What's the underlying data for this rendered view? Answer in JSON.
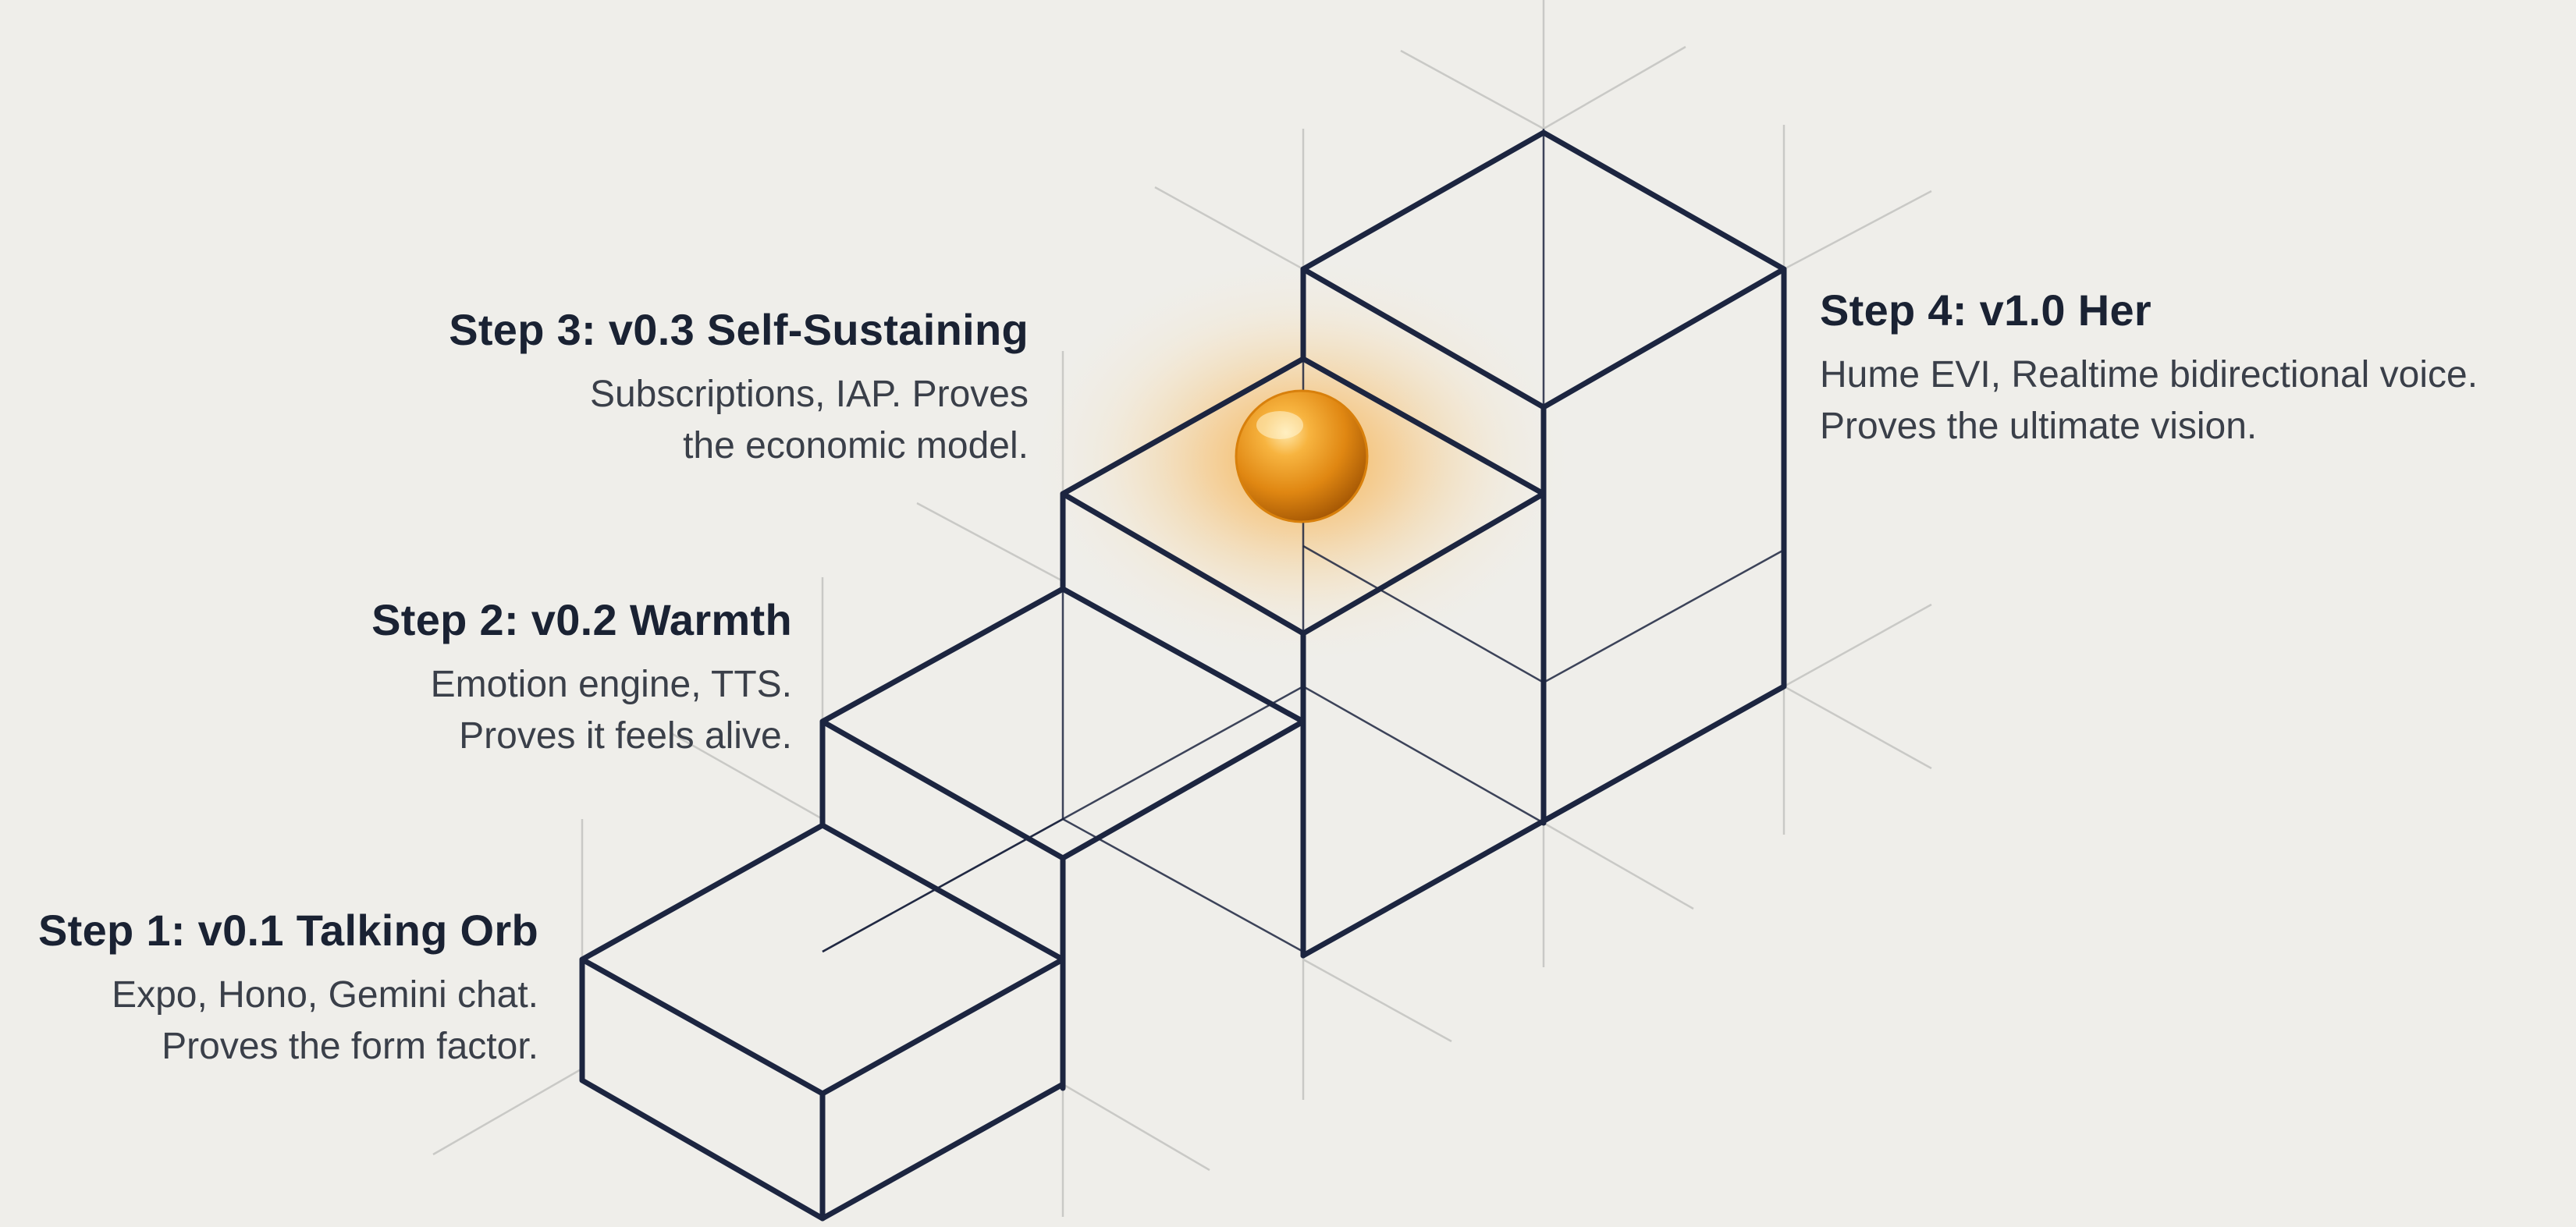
{
  "steps": [
    {
      "title": "Step 1: v0.1 Talking Orb",
      "line1": "Expo, Hono, Gemini chat.",
      "line2": "Proves the form factor."
    },
    {
      "title": "Step 2: v0.2 Warmth",
      "line1": "Emotion engine, TTS.",
      "line2": "Proves it feels alive."
    },
    {
      "title": "Step 3: v0.3 Self-Sustaining",
      "line1": "Subscriptions, IAP. Proves",
      "line2": "the economic model."
    },
    {
      "title": "Step 4: v1.0 Her",
      "line1": "Hume EVI, Realtime bidirectional voice.",
      "line2": "Proves the ultimate vision."
    }
  ],
  "colors": {
    "background": "#efeeea",
    "edge": "#1c2540",
    "guide": "#c9c9c6",
    "orb": "#e8900f",
    "glow": "#f7a531"
  }
}
